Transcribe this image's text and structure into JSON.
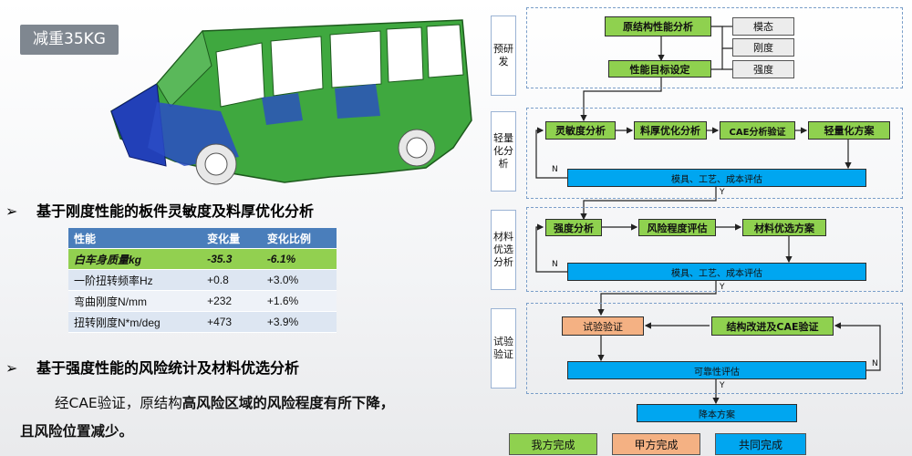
{
  "badge": "减重35KG",
  "section1": "基于刚度性能的板件灵敏度及料厚优化分析",
  "table": {
    "headers": [
      "性能",
      "变化量",
      "变化比例"
    ],
    "rows": [
      [
        "白车身质量kg",
        "-35.3",
        "-6.1%"
      ],
      [
        "一阶扭转频率Hz",
        "+0.8",
        "+3.0%"
      ],
      [
        "弯曲刚度N/mm",
        "+232",
        "+1.6%"
      ],
      [
        "扭转刚度N*m/deg",
        "+473",
        "+3.9%"
      ]
    ]
  },
  "section2": "基于强度性能的风险统计及材料优选分析",
  "paragraph": {
    "part1": "经CAE验证，原结构",
    "part2": "高风险区域的风险程度有所下降，",
    "part3": "且风险位置减少。"
  },
  "flow": {
    "stages": [
      "预研发",
      "轻量化分析",
      "材料优选分析",
      "试验验证"
    ],
    "s1": {
      "main": "原结构性能分析",
      "target": "性能目标设定",
      "modal": "模态",
      "stiff": "刚度",
      "strength": "强度"
    },
    "s2": {
      "b1": "灵敏度分析",
      "b2": "料厚优化分析",
      "b3": "CAE分析验证",
      "b4": "轻量化方案",
      "eval": "模具、工艺、成本评估"
    },
    "s3": {
      "b1": "强度分析",
      "b2": "风险程度评估",
      "b3": "材料优选方案",
      "eval": "模具、工艺、成本评估"
    },
    "s4": {
      "test": "试验验证",
      "improve": "结构改进及CAE验证",
      "eval": "可靠性评估"
    },
    "final": "降本方案",
    "n": "N",
    "y": "Y"
  },
  "legend": [
    "我方完成",
    "甲方完成",
    "共同完成"
  ],
  "colors": {
    "green": "#8fd14f",
    "orange": "#f4b183",
    "blue": "#00a6f0"
  }
}
